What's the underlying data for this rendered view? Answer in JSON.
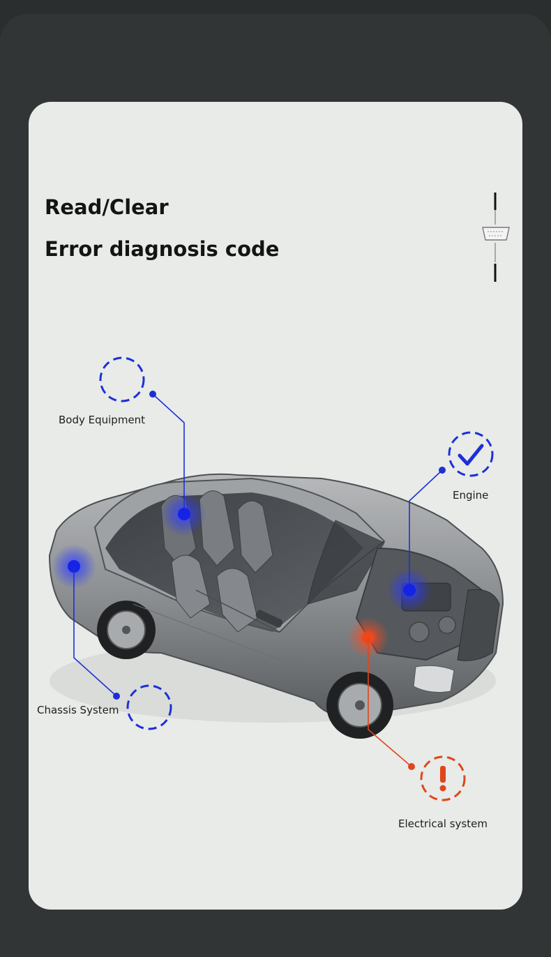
{
  "headline": {
    "line1": "Read/Clear",
    "line2": "Error diagnosis code"
  },
  "systems": {
    "body_equipment": {
      "label": "Body Equipment",
      "icon": "dashed-circle-icon",
      "color": "#1e2fd6"
    },
    "engine": {
      "label": "Engine",
      "icon": "check-mark-icon",
      "color": "#1e2fd6"
    },
    "chassis_system": {
      "label": "Chassis System",
      "icon": "dashed-circle-icon",
      "color": "#1e2fd6"
    },
    "electrical_system": {
      "label": "Electrical system",
      "icon": "exclamation-icon",
      "color": "#e0451c"
    }
  },
  "illustration": {
    "subject": "car-cutaway-illustration",
    "connector_icon": "obd-connector-icon"
  }
}
